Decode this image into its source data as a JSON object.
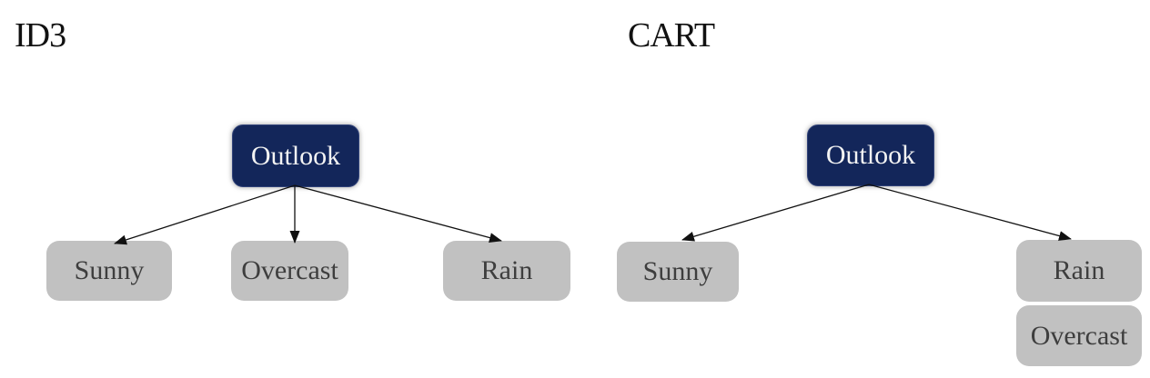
{
  "page": {
    "background": "#ffffff"
  },
  "palette": {
    "root_node_fill": "#13265a",
    "root_node_text": "#f3f3f3",
    "child_node_fill": "#c1c1c1",
    "child_node_text": "#3e3e3e",
    "arrow_color": "#111111",
    "title_color": "#111111"
  },
  "diagrams": [
    {
      "title": "ID3",
      "root": {
        "label": "Outlook"
      },
      "children": [
        {
          "label": "Sunny"
        },
        {
          "label": "Overcast"
        },
        {
          "label": "Rain"
        }
      ]
    },
    {
      "title": "CART",
      "root": {
        "label": "Outlook"
      },
      "children": [
        {
          "label": "Sunny"
        },
        {
          "label": "Rain"
        },
        {
          "label": "Overcast"
        }
      ]
    }
  ]
}
